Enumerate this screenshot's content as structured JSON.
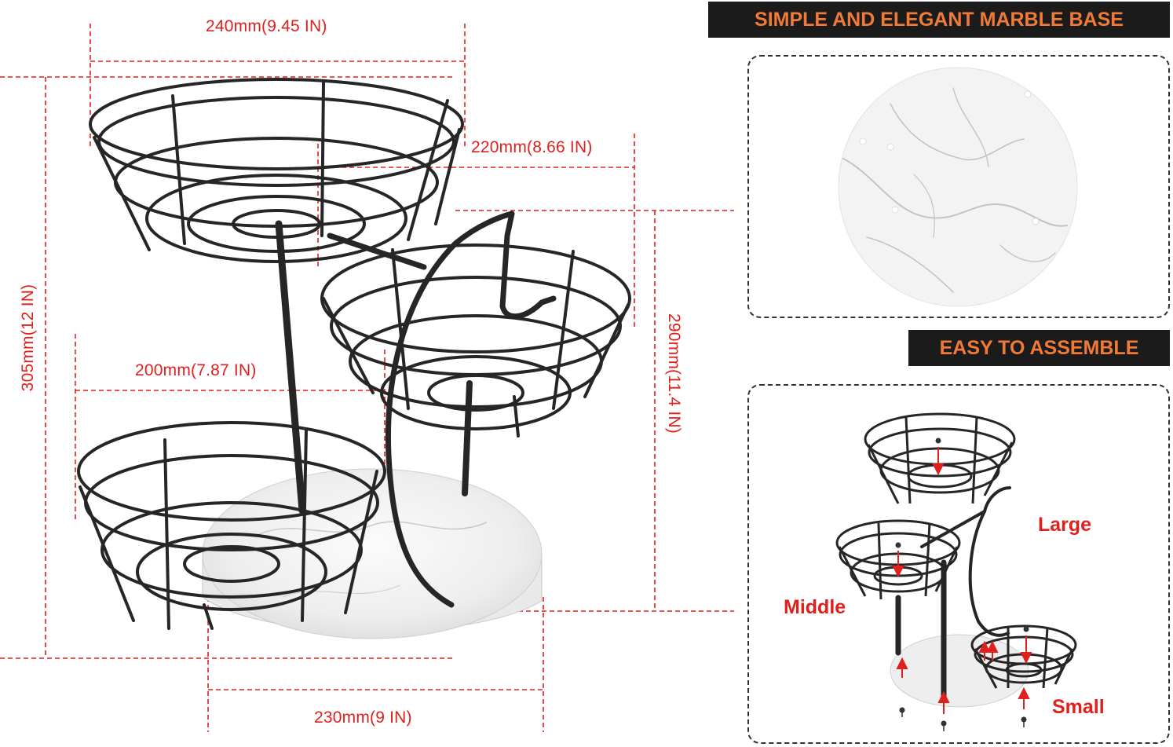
{
  "dimensions": {
    "top_width": "240mm(9.45 IN)",
    "middle_width": "220mm(8.66 IN)",
    "bottom_width": "200mm(7.87 IN)",
    "base_width": "230mm(9 IN)",
    "total_height": "305mm(12 IN)",
    "middle_height": "290mm(11.4 IN)"
  },
  "features": {
    "marble_title": "SIMPLE AND ELEGANT MARBLE BASE",
    "assemble_title": "EASY TO ASSEMBLE"
  },
  "assembly_labels": {
    "large": "Large",
    "middle": "Middle",
    "small": "Small"
  },
  "colors": {
    "dimension_red": "#e0201c",
    "banner_bg": "#1b1b1b",
    "banner_text": "#f07a36",
    "wire_black": "#1e1e1e",
    "marble_white": "#f2f2f2"
  }
}
